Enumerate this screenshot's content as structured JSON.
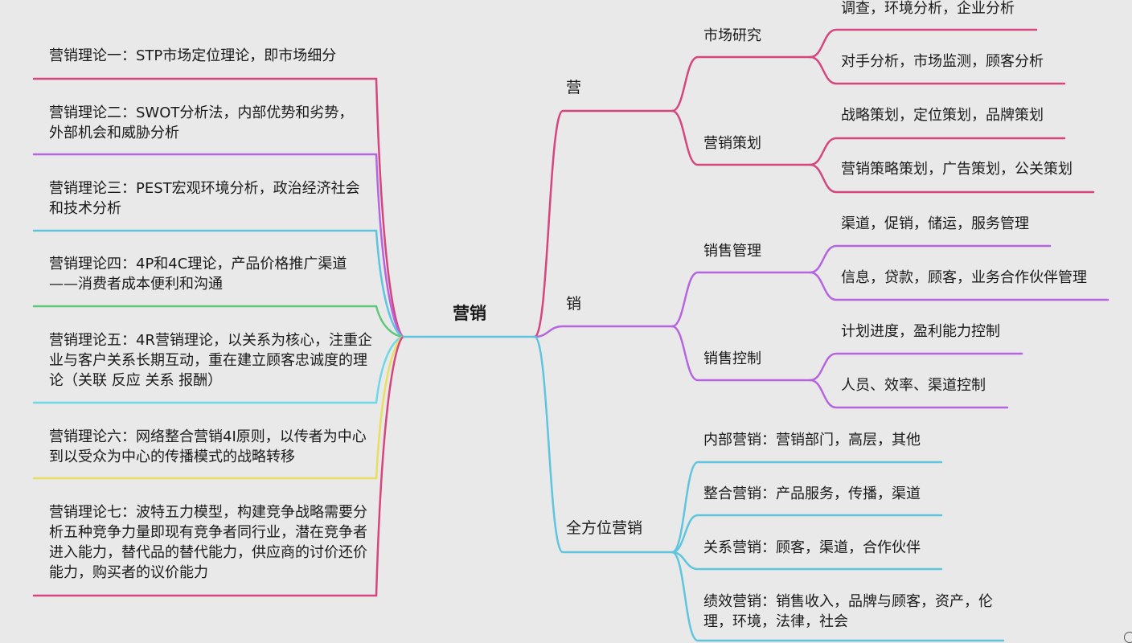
{
  "root": {
    "label": "营销"
  },
  "theories": [
    {
      "id": "theory-1",
      "text": "营销理论一：STP市场定位理论，即市场细分",
      "color": "#d4467d"
    },
    {
      "id": "theory-2",
      "text": "营销理论二：SWOT分析法，内部优势和劣势，外部机会和威胁分析",
      "color": "#b565e0"
    },
    {
      "id": "theory-3",
      "text": "营销理论三：PEST宏观环境分析，政治经济社会和技术分析",
      "color": "#5fc5df"
    },
    {
      "id": "theory-4",
      "text": "营销理论四：4P和4C理论，产品价格推广渠道——消费者成本便利和沟通",
      "color": "#5fc778"
    },
    {
      "id": "theory-5",
      "text": "营销理论五：4R营销理论，以关系为核心，注重企业与客户关系长期互动，重在建立顾客忠诚度的理论（关联 反应 关系 报酬）",
      "color": "#6fd8e6"
    },
    {
      "id": "theory-6",
      "text": "营销理论六：网络整合营销4I原则，以传者为中心到以受众为中心的传播模式的战略转移",
      "color": "#e8df62"
    },
    {
      "id": "theory-7",
      "text": "营销理论七：波特五力模型，构建竞争战略需要分析五种竞争力量即现有竞争者同行业，潜在竞争者进入能力，替代品的替代能力，供应商的讨价还价能力，购买者的议价能力",
      "color": "#d4467d"
    }
  ],
  "branches": [
    {
      "id": "ying",
      "label": "营",
      "color": "#d4467d",
      "children": [
        {
          "id": "market-research",
          "label": "市场研究",
          "items": [
            "调查，环境分析，企业分析",
            "对手分析，市场监测，顾客分析"
          ]
        },
        {
          "id": "marketing-planning",
          "label": "营销策划",
          "items": [
            "战略策划，定位策划，品牌策划",
            "营销策略策划，广告策划，公关策划"
          ]
        }
      ]
    },
    {
      "id": "xiao",
      "label": "销",
      "color": "#b565e0",
      "children": [
        {
          "id": "sales-management",
          "label": "销售管理",
          "items": [
            "渠道，促销，储运，服务管理",
            "信息，贷款，顾客，业务合作伙伴管理"
          ]
        },
        {
          "id": "sales-control",
          "label": "销售控制",
          "items": [
            "计划进度，盈利能力控制",
            "人员、效率、渠道控制"
          ]
        }
      ]
    },
    {
      "id": "quanfangwei",
      "label": "全方位营销",
      "color": "#5fc5df",
      "items": [
        "内部营销：营销部门，高层，其他",
        "整合营销：产品服务，传播，渠道",
        "关系营销：顾客，渠道，合作伙伴",
        "绩效营销：销售收入，品牌与顾客，资产，伦理，环境，法律，社会"
      ]
    }
  ]
}
